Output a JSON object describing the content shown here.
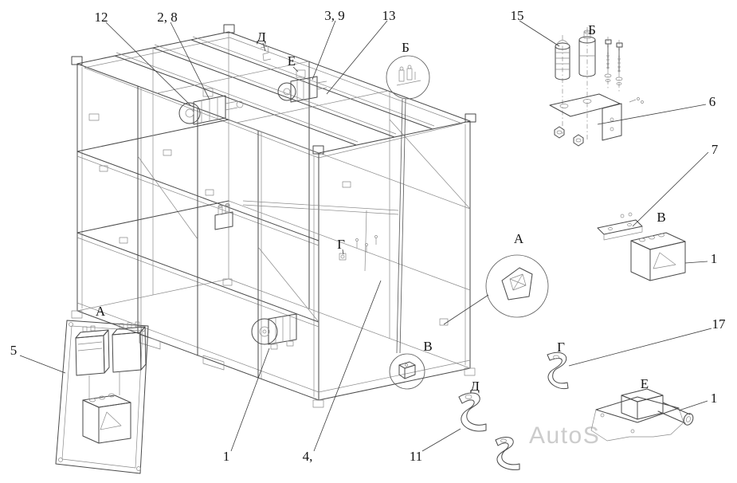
{
  "figure": {
    "watermark": "AutoS",
    "line_color": "#4a4a4a",
    "background": "#ffffff"
  },
  "callouts": {
    "c12": "12",
    "c2_8": "2, 8",
    "c3_9": "3, 9",
    "c13": "13",
    "c15": "15",
    "c6": "6",
    "c7": "7",
    "c1_junction_box": "1",
    "c17": "17",
    "c5": "5",
    "c1_motor": "1",
    "c4": "4,",
    "c11": "11",
    "c1_pump": "1"
  },
  "view_labels": {
    "d_main": "Д",
    "e_main": "Е",
    "b_main": "Б",
    "b_detail": "Б",
    "v_main": "В",
    "v_detail": "В",
    "a_main": "А",
    "a_detail": "А",
    "g_main": "Г",
    "g_detail": "Г",
    "d_detail": "Д",
    "e_detail": "Е"
  }
}
